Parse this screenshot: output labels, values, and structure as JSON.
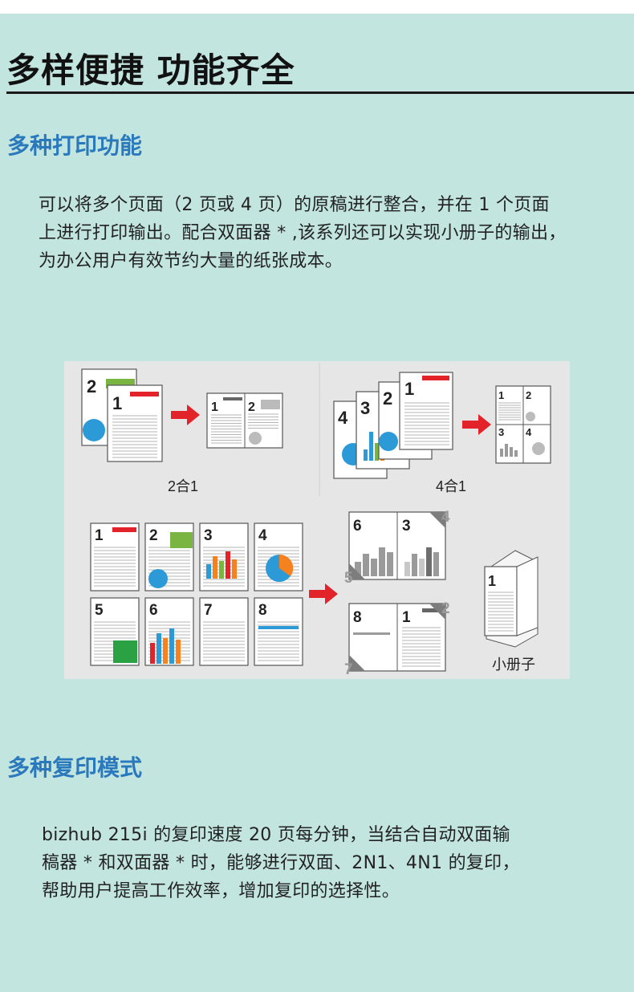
{
  "page": {
    "title": "多样便捷 功能齐全",
    "sections": [
      {
        "heading": "多种打印功能",
        "lines": [
          "可以将多个页面（2 页或 4 页）的原稿进行整合，并在 1 个页面",
          "上进行打印输出。配合双面器 * ,该系列还可以实现小册子的输出，",
          "为办公用户有效节约大量的纸张成本。"
        ]
      },
      {
        "heading": "多种复印模式",
        "lines": [
          "bizhub 215i 的复印速度 20 页每分钟，当结合自动双面输",
          "稿器 * 和双面器 * 时，能够进行双面、2N1、4N1 的复印，",
          "帮助用户提高工作效率，增加复印的选择性。"
        ]
      }
    ]
  },
  "diagram": {
    "label_2in1": "2合1",
    "label_4in1": "4合1",
    "label_booklet": "小册子",
    "page_numbers": [
      "1",
      "2",
      "3",
      "4",
      "5",
      "6",
      "7",
      "8"
    ],
    "colors": {
      "background": "#e6e6e6",
      "red": "#e2232a",
      "green": "#7ab441",
      "blue": "#2d9ad8",
      "orange": "#f5821f",
      "dark_green": "#2aa243",
      "gray": "#9a9a9a"
    },
    "icons": [
      "arrow-right-icon"
    ]
  }
}
